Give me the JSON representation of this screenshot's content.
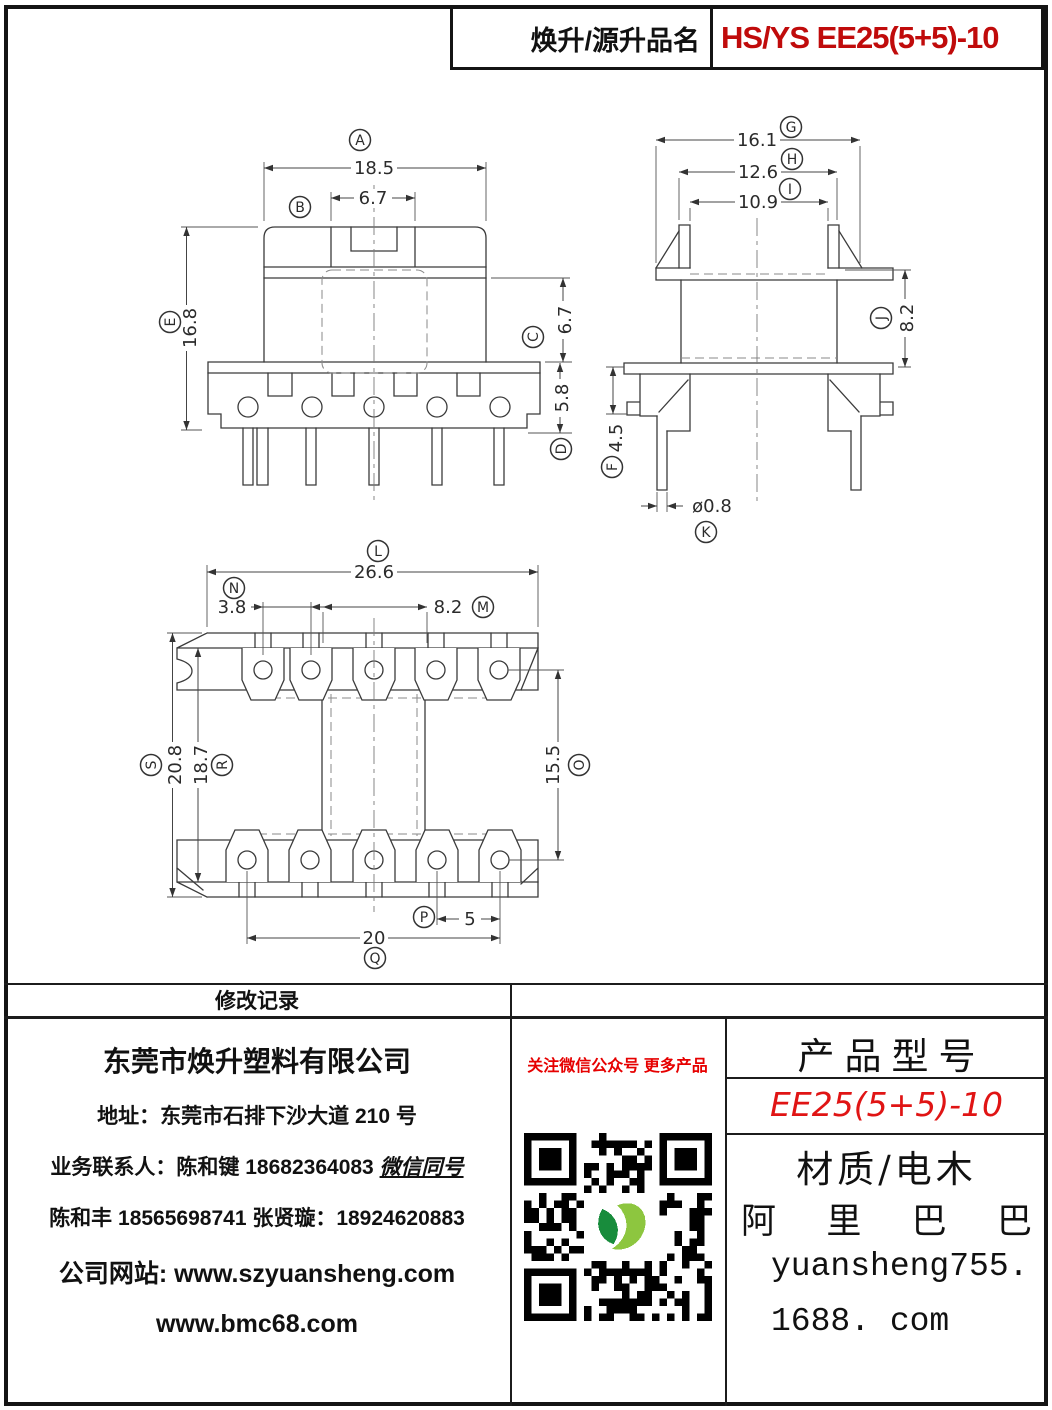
{
  "header": {
    "label": "焕升/源升品名",
    "product_code": "HS/YS EE25(5+5)-10",
    "code_color": "#c00b0b"
  },
  "drawing": {
    "dims": {
      "A": {
        "letter": "A",
        "value": "18.5"
      },
      "B": {
        "letter": "B",
        "value": "6.7"
      },
      "C": {
        "letter": "C",
        "value": "6.7"
      },
      "D": {
        "letter": "D",
        "value": "5.8"
      },
      "E": {
        "letter": "E",
        "value": "16.8"
      },
      "F": {
        "letter": "F",
        "value": "4.5"
      },
      "G": {
        "letter": "G",
        "value": "16.1"
      },
      "H": {
        "letter": "H",
        "value": "12.6"
      },
      "I": {
        "letter": "I",
        "value": "10.9"
      },
      "J": {
        "letter": "J",
        "value": "8.2"
      },
      "K": {
        "letter": "K",
        "value": "ø0.8"
      },
      "L": {
        "letter": "L",
        "value": "26.6"
      },
      "M": {
        "letter": "M",
        "value": "8.2"
      },
      "N": {
        "letter": "N",
        "value": "3.8"
      },
      "O": {
        "letter": "O",
        "value": "15.5"
      },
      "P": {
        "letter": "P",
        "value": "5"
      },
      "Q": {
        "letter": "Q",
        "value": "20"
      },
      "R": {
        "letter": "R",
        "value": "18.7"
      },
      "S": {
        "letter": "S",
        "value": "20.8"
      }
    }
  },
  "revision": {
    "title": "修改记录"
  },
  "company": {
    "name": "东莞市焕升塑料有限公司",
    "address": "地址：东莞市石排下沙大道 210 号",
    "contact_label": "业务联系人：陈和键 18682364083 ",
    "contact_wechat": "微信同号",
    "contact2": "陈和丰  18565698741  张贤璇：18924620883",
    "website1": "公司网站: www.szyuansheng.com",
    "website2": "www.bmc68.com"
  },
  "qr": {
    "caption": "关注微信公众号  更多产品",
    "caption_color": "#e60000",
    "logo_green_dark": "#188c3c",
    "logo_green_light": "#8dc63f"
  },
  "product": {
    "title": "产品型号",
    "model": "EE25(5+5)-10",
    "model_color": "#e01414",
    "material": "材质/电木",
    "alibaba": "阿里巴巴",
    "store_line1": "yuansheng755.",
    "store_line2": "1688. com"
  }
}
